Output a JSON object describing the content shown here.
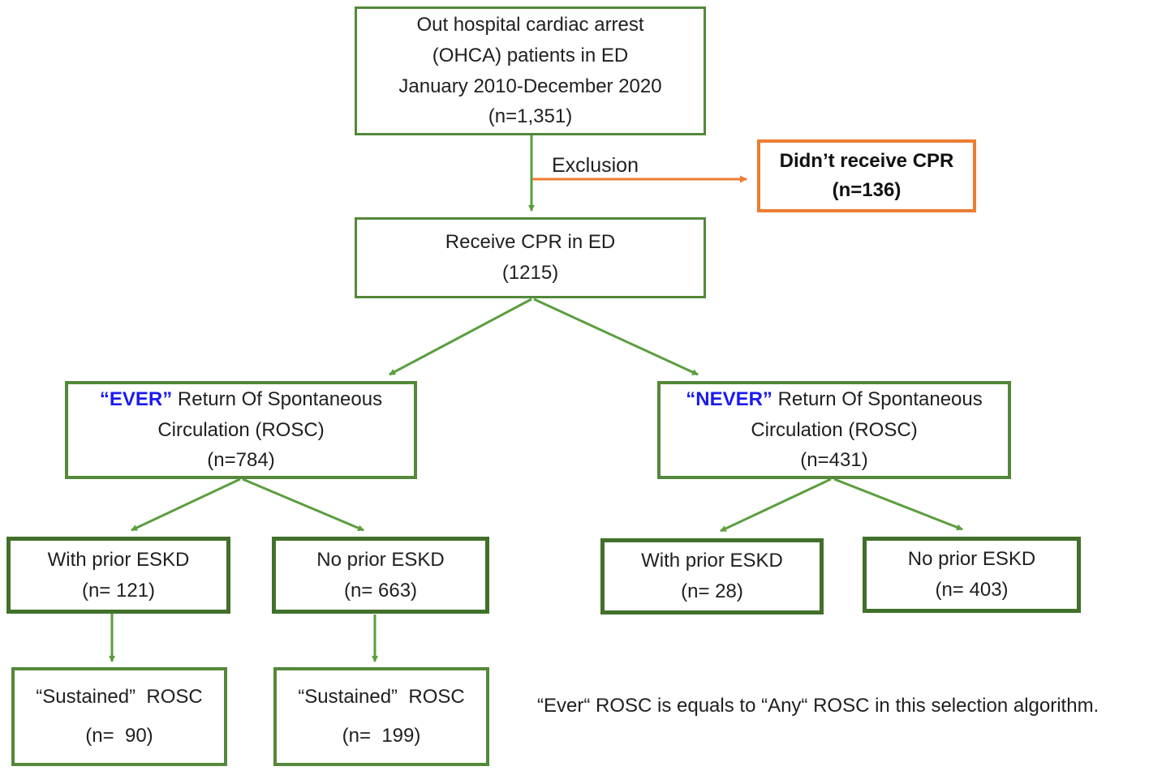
{
  "colors": {
    "box_green": "#54883a",
    "arrow_green": "#5a9e3f",
    "dark_green": "#41702a",
    "orange": "#ed7d31",
    "blue": "#1b1bef",
    "text": "#1f1f1f"
  },
  "nodes": {
    "ohca": {
      "lines": [
        "Out hospital cardiac arrest",
        "(OHCA) patients in ED",
        "January 2010-December 2020",
        "(n=1,351)"
      ]
    },
    "exclusion_label": "Exclusion",
    "didnt_receive_cpr": {
      "lines": [
        "Didn’t receive CPR",
        "(n=136)"
      ]
    },
    "receive_cpr": {
      "lines": [
        "Receive CPR in ED",
        "(1215)"
      ]
    },
    "ever_rosc": {
      "highlight": "“EVER”",
      "rest": " Return Of Spontaneous",
      "line2": "Circulation (ROSC)",
      "line3": "(n=784)"
    },
    "never_rosc": {
      "highlight": "“NEVER”",
      "rest": " Return Of Spontaneous",
      "line2": "Circulation (ROSC)",
      "line3": "(n=431)"
    },
    "ever_with_eskd": {
      "lines": [
        "With prior ESKD",
        "(n= 121)"
      ]
    },
    "ever_no_eskd": {
      "lines": [
        "No prior ESKD",
        "(n= 663)"
      ]
    },
    "never_with_eskd": {
      "lines": [
        "With prior ESKD",
        "(n= 28)"
      ]
    },
    "never_no_eskd": {
      "lines": [
        "No prior ESKD",
        "(n= 403)"
      ]
    },
    "sustained_with": {
      "lines": [
        "“Sustained”  ROSC",
        "(n=  90)"
      ]
    },
    "sustained_no": {
      "lines": [
        "“Sustained”  ROSC",
        "(n=  199)"
      ]
    },
    "footnote": "“Ever“ ROSC is equals to “Any“ ROSC in this selection algorithm."
  }
}
